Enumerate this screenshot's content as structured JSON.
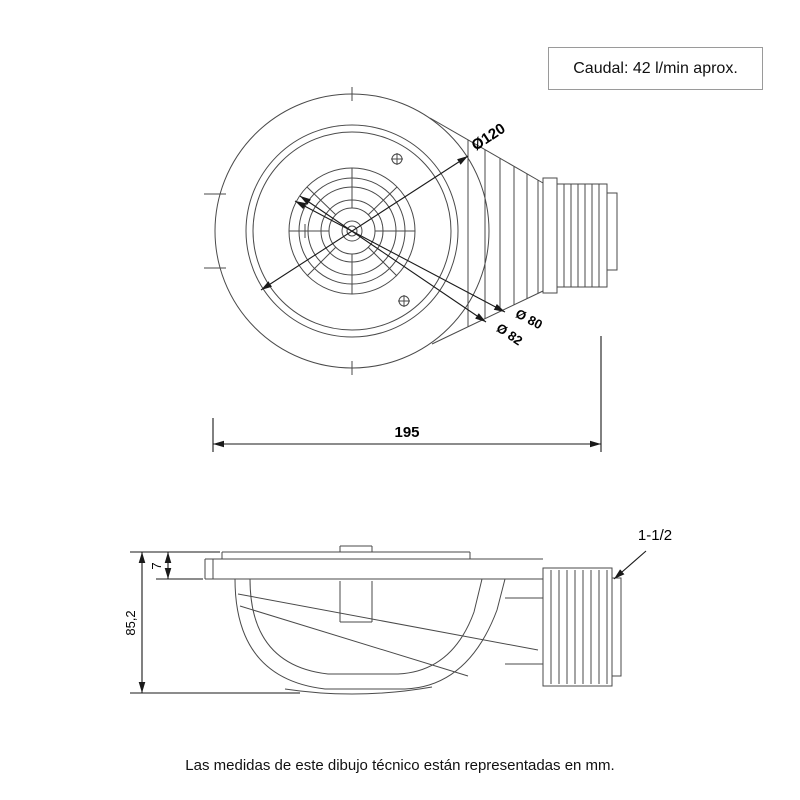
{
  "header": {
    "flow_note": "Caudal: 42 l/min aprox."
  },
  "top_view": {
    "dim_d120": "Ø120",
    "dim_d80": "Ø 80",
    "dim_d82": "Ø 82",
    "dim_width": "195"
  },
  "side_view": {
    "dim_thread": "1-1/2",
    "dim_lip_height": "7",
    "dim_total_height": "85,2"
  },
  "footer": {
    "note": "Las medidas de este dibujo técnico están representadas en mm."
  },
  "colors": {
    "drawing_line": "#4a4a4a",
    "dimension_line": "#1a1a1a",
    "text": "#000000",
    "box_border": "#9a9a9a"
  }
}
